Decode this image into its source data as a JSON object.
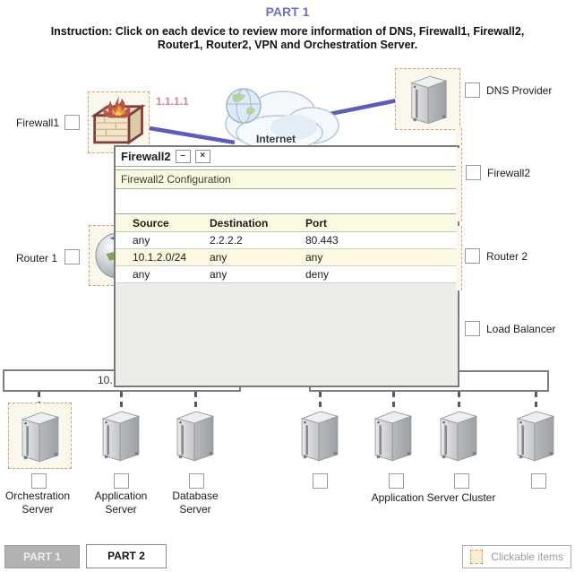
{
  "page": {
    "title": "PART 1",
    "instruction": "Instruction: Click on each device to review more information of DNS, Firewall1, Firewall2,\nRouter1, Router2, VPN and Orchestration Server."
  },
  "devices": {
    "firewall1": "Firewall1",
    "dns": "DNS Provider",
    "firewall2": "Firewall2",
    "router1": "Router 1",
    "router2": "Router 2",
    "load_balancer": "Load Balancer"
  },
  "annotations": {
    "firewall1_ip": "1.1.1.1",
    "cloud": "Internet",
    "segment_left": "10."
  },
  "servers": {
    "orchestration": "Orchestration\nServer",
    "application": "Application\nServer",
    "database": "Database\nServer",
    "cluster": "Application Server Cluster"
  },
  "dialog": {
    "title": "Firewall2",
    "minimize_glyph": "–",
    "close_glyph": "×",
    "subtitle": "Firewall2 Configuration",
    "table": {
      "headers": [
        "Source",
        "Destination",
        "Port"
      ],
      "rows": [
        [
          "any",
          "2.2.2.2",
          "80.443"
        ],
        [
          "10.1.2.0/24",
          "any",
          "any"
        ],
        [
          "any",
          "any",
          "deny"
        ]
      ]
    }
  },
  "footer": {
    "part1": "PART 1",
    "part2": "PART 2",
    "legend": "Clickable items"
  },
  "colors": {
    "accent_title": "#6f6ec4",
    "link_line": "#5d5db8",
    "ip_text": "#c98795",
    "clickable_border": "#d99e6e",
    "band_yellow": "#fcf9e2"
  }
}
